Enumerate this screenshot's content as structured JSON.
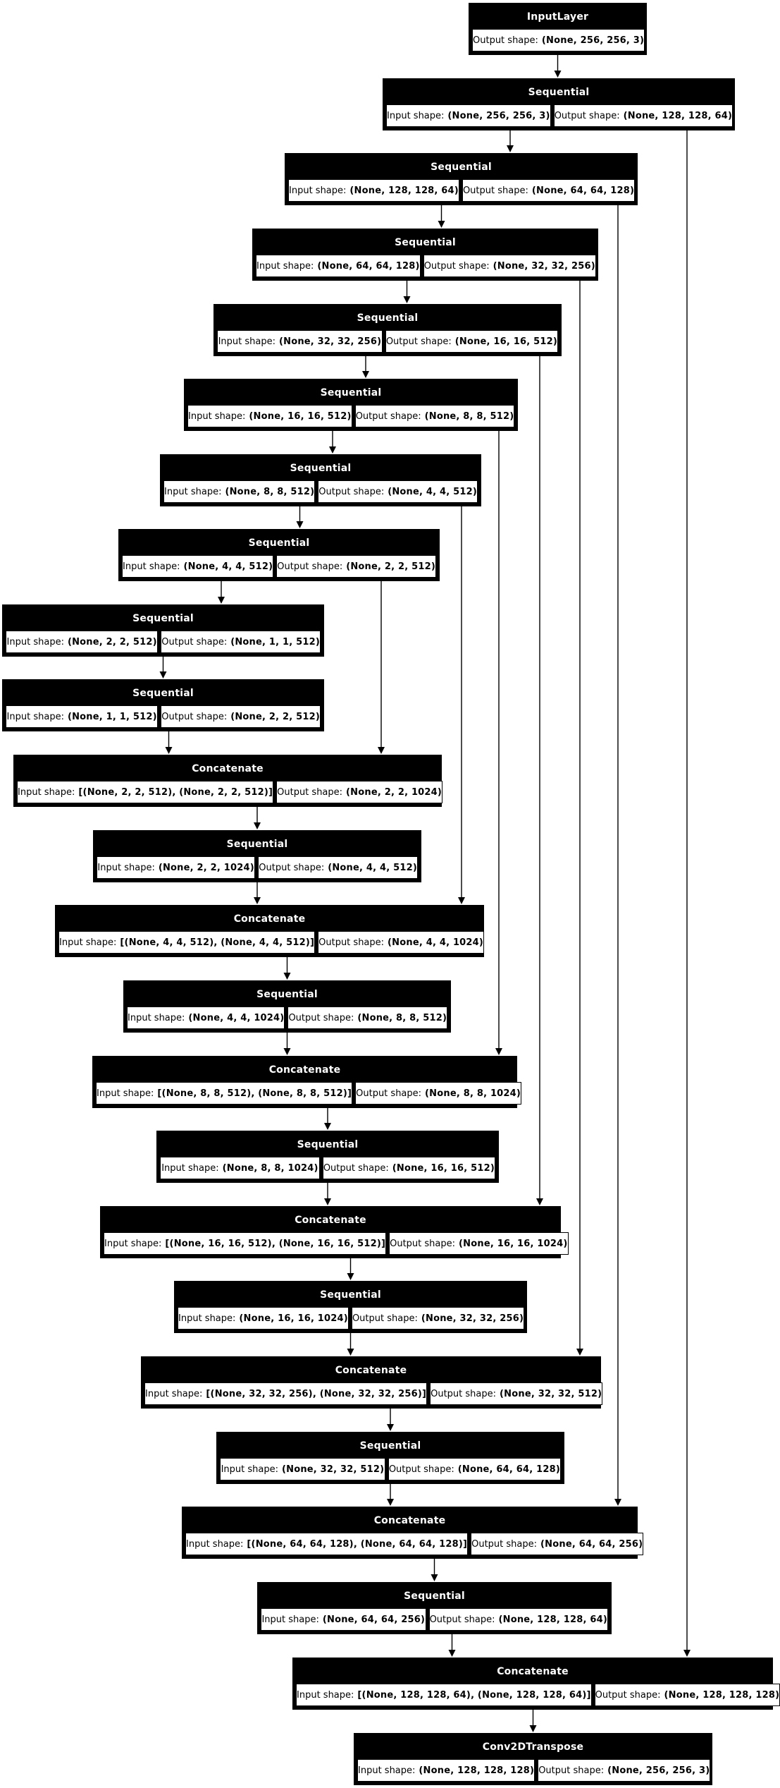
{
  "diagram": {
    "background_color": "#ffffff",
    "node_fill_color": "#000000",
    "node_title_color": "#ffffff",
    "cell_fill_color": "#ffffff",
    "cell_text_color": "#000000",
    "edge_color": "#000000",
    "input_label": "Input shape:",
    "output_label": "Output shape:",
    "nodes": [
      {
        "id": "n1",
        "title": "InputLayer",
        "input_shape": null,
        "output_shape": "(None, 256, 256, 3)"
      },
      {
        "id": "n2",
        "title": "Sequential",
        "input_shape": "(None, 256, 256, 3)",
        "output_shape": "(None, 128, 128, 64)"
      },
      {
        "id": "n3",
        "title": "Sequential",
        "input_shape": "(None, 128, 128, 64)",
        "output_shape": "(None, 64, 64, 128)"
      },
      {
        "id": "n4",
        "title": "Sequential",
        "input_shape": "(None, 64, 64, 128)",
        "output_shape": "(None, 32, 32, 256)"
      },
      {
        "id": "n5",
        "title": "Sequential",
        "input_shape": "(None, 32, 32, 256)",
        "output_shape": "(None, 16, 16, 512)"
      },
      {
        "id": "n6",
        "title": "Sequential",
        "input_shape": "(None, 16, 16, 512)",
        "output_shape": "(None, 8, 8, 512)"
      },
      {
        "id": "n7",
        "title": "Sequential",
        "input_shape": "(None, 8, 8, 512)",
        "output_shape": "(None, 4, 4, 512)"
      },
      {
        "id": "n8",
        "title": "Sequential",
        "input_shape": "(None, 4, 4, 512)",
        "output_shape": "(None, 2, 2, 512)"
      },
      {
        "id": "n9",
        "title": "Sequential",
        "input_shape": "(None, 2, 2, 512)",
        "output_shape": "(None, 1, 1, 512)"
      },
      {
        "id": "n10",
        "title": "Sequential",
        "input_shape": "(None, 1, 1, 512)",
        "output_shape": "(None, 2, 2, 512)"
      },
      {
        "id": "n11",
        "title": "Concatenate",
        "input_shape": "[(None, 2, 2, 512), (None, 2, 2, 512)]",
        "output_shape": "(None, 2, 2, 1024)"
      },
      {
        "id": "n12",
        "title": "Sequential",
        "input_shape": "(None, 2, 2, 1024)",
        "output_shape": "(None, 4, 4, 512)"
      },
      {
        "id": "n13",
        "title": "Concatenate",
        "input_shape": "[(None, 4, 4, 512), (None, 4, 4, 512)]",
        "output_shape": "(None, 4, 4, 1024)"
      },
      {
        "id": "n14",
        "title": "Sequential",
        "input_shape": "(None, 4, 4, 1024)",
        "output_shape": "(None, 8, 8, 512)"
      },
      {
        "id": "n15",
        "title": "Concatenate",
        "input_shape": "[(None, 8, 8, 512), (None, 8, 8, 512)]",
        "output_shape": "(None, 8, 8, 1024)"
      },
      {
        "id": "n16",
        "title": "Sequential",
        "input_shape": "(None, 8, 8, 1024)",
        "output_shape": "(None, 16, 16, 512)"
      },
      {
        "id": "n17",
        "title": "Concatenate",
        "input_shape": "[(None, 16, 16, 512), (None, 16, 16, 512)]",
        "output_shape": "(None, 16, 16, 1024)"
      },
      {
        "id": "n18",
        "title": "Sequential",
        "input_shape": "(None, 16, 16, 1024)",
        "output_shape": "(None, 32, 32, 256)"
      },
      {
        "id": "n19",
        "title": "Concatenate",
        "input_shape": "[(None, 32, 32, 256), (None, 32, 32, 256)]",
        "output_shape": "(None, 32, 32, 512)"
      },
      {
        "id": "n20",
        "title": "Sequential",
        "input_shape": "(None, 32, 32, 512)",
        "output_shape": "(None, 64, 64, 128)"
      },
      {
        "id": "n21",
        "title": "Concatenate",
        "input_shape": "[(None, 64, 64, 128), (None, 64, 64, 128)]",
        "output_shape": "(None, 64, 64, 256)"
      },
      {
        "id": "n22",
        "title": "Sequential",
        "input_shape": "(None, 64, 64, 256)",
        "output_shape": "(None, 128, 128, 64)"
      },
      {
        "id": "n23",
        "title": "Concatenate",
        "input_shape": "[(None, 128, 128, 64), (None, 128, 128, 64)]",
        "output_shape": "(None, 128, 128, 128)"
      },
      {
        "id": "n24",
        "title": "Conv2DTranspose",
        "input_shape": "(None, 128, 128, 128)",
        "output_shape": "(None, 256, 256, 3)"
      }
    ],
    "edges": [
      {
        "from": "n1",
        "to": "n2",
        "type": "chain"
      },
      {
        "from": "n2",
        "to": "n3",
        "type": "chain"
      },
      {
        "from": "n3",
        "to": "n4",
        "type": "chain"
      },
      {
        "from": "n4",
        "to": "n5",
        "type": "chain"
      },
      {
        "from": "n5",
        "to": "n6",
        "type": "chain"
      },
      {
        "from": "n6",
        "to": "n7",
        "type": "chain"
      },
      {
        "from": "n7",
        "to": "n8",
        "type": "chain"
      },
      {
        "from": "n8",
        "to": "n9",
        "type": "chain"
      },
      {
        "from": "n9",
        "to": "n10",
        "type": "chain"
      },
      {
        "from": "n10",
        "to": "n11",
        "type": "chain"
      },
      {
        "from": "n11",
        "to": "n12",
        "type": "chain"
      },
      {
        "from": "n12",
        "to": "n13",
        "type": "chain"
      },
      {
        "from": "n13",
        "to": "n14",
        "type": "chain"
      },
      {
        "from": "n14",
        "to": "n15",
        "type": "chain"
      },
      {
        "from": "n15",
        "to": "n16",
        "type": "chain"
      },
      {
        "from": "n16",
        "to": "n17",
        "type": "chain"
      },
      {
        "from": "n17",
        "to": "n18",
        "type": "chain"
      },
      {
        "from": "n18",
        "to": "n19",
        "type": "chain"
      },
      {
        "from": "n19",
        "to": "n20",
        "type": "chain"
      },
      {
        "from": "n20",
        "to": "n21",
        "type": "chain"
      },
      {
        "from": "n21",
        "to": "n22",
        "type": "chain"
      },
      {
        "from": "n22",
        "to": "n23",
        "type": "chain"
      },
      {
        "from": "n23",
        "to": "n24",
        "type": "chain"
      },
      {
        "from": "n8",
        "to": "n11",
        "type": "skip"
      },
      {
        "from": "n7",
        "to": "n13",
        "type": "skip"
      },
      {
        "from": "n6",
        "to": "n15",
        "type": "skip"
      },
      {
        "from": "n5",
        "to": "n17",
        "type": "skip"
      },
      {
        "from": "n4",
        "to": "n19",
        "type": "skip"
      },
      {
        "from": "n3",
        "to": "n21",
        "type": "skip"
      },
      {
        "from": "n2",
        "to": "n23",
        "type": "skip"
      }
    ]
  }
}
